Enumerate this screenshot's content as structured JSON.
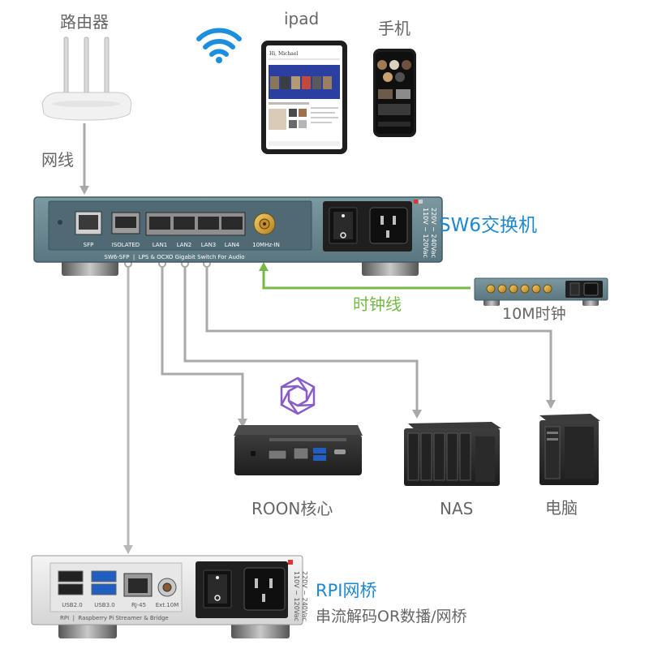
{
  "labels": {
    "router": "路由器",
    "ipad": "ipad",
    "phone": "手机",
    "network_cable": "网线",
    "switch": "SW6交换机",
    "clock_cable": "时钟线",
    "clock": "10M时钟",
    "roon": "ROON核心",
    "nas": "NAS",
    "pc": "电脑",
    "rpi_title": "RPI网桥",
    "rpi_subtitle": "串流解码OR数播/网桥"
  },
  "switch_device": {
    "ports": [
      "SFP",
      "ISOLATED",
      "LAN1",
      "LAN2",
      "LAN3",
      "LAN4",
      "10MHz-IN"
    ],
    "model_text": "SW6-SFP  |  LPS & OCXO Gigabit Switch For Audio",
    "voltage_1": "110V ~ 120Vac",
    "voltage_2": "220V ~ 240Vac"
  },
  "rpi_device": {
    "ports": [
      "USB2.0",
      "USB3.0",
      "RJ-45",
      "Ext.10M"
    ],
    "model_text": "RPI  |  Raspberry Pi Streamer & Bridge",
    "voltage_1": "110V ~ 120Vac",
    "voltage_2": "220V ~ 240Vac"
  },
  "ipad_screen": {
    "greeting": "Hi, Michael"
  },
  "colors": {
    "accent_blue": "#1e88d0",
    "clock_green": "#76b947",
    "cable_gray": "#a9a9a9",
    "device_teal": "#5f7f8a",
    "roon_purple": "#8a5cc8",
    "wifi_blue": "#1c8ee0"
  }
}
